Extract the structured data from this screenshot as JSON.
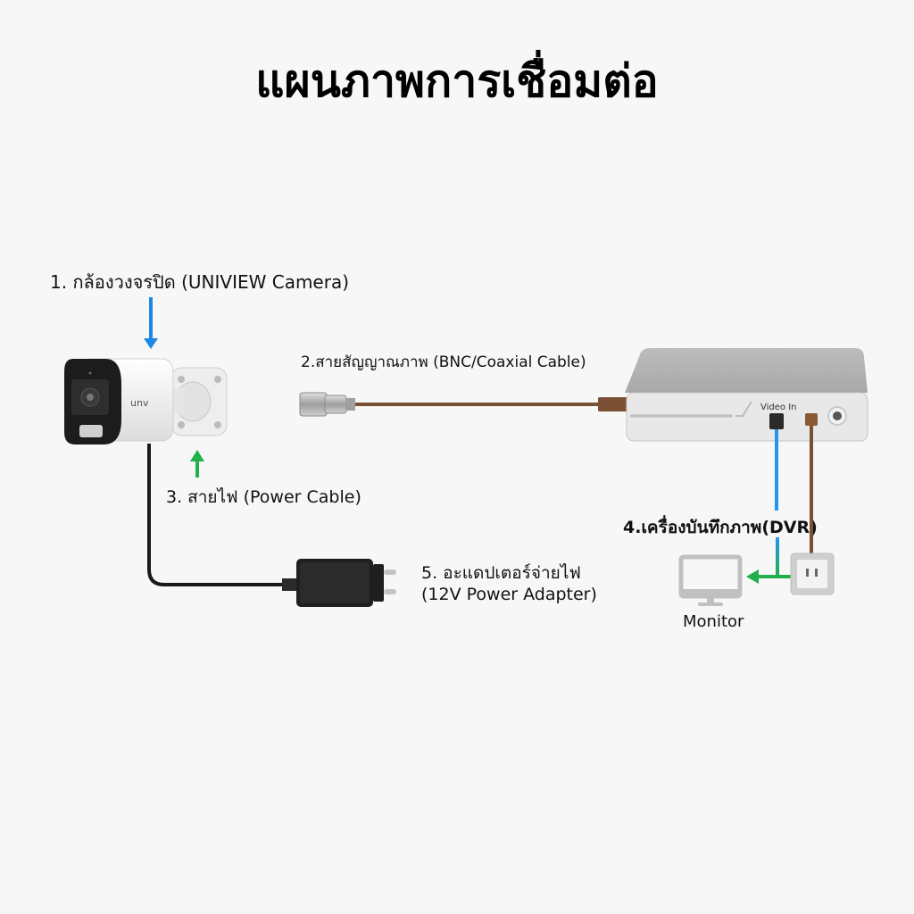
{
  "title": "แผนภาพการเชื่อมต่อ",
  "labels": {
    "camera": "1. กล้องวงจรปิด (UNIVIEW Camera)",
    "bnc_cable": "2.สายสัญญาณภาพ (BNC/Coaxial Cable)",
    "power_cable": "3. สายไฟ (Power Cable)",
    "dvr": "4.เครื่องบันทึกภาพ(DVR)",
    "adapter_line1": "5. อะแดปเตอร์จ่ายไฟ",
    "adapter_line2": "(12V Power Adapter)",
    "monitor": "Monitor"
  },
  "device_text": {
    "camera_brand": "unv",
    "dvr_port": "Video In"
  },
  "colors": {
    "pointer_blue": "#1e88e5",
    "pointer_green": "#22b04b",
    "bnc_brown": "#7a5035",
    "signal_blue": "#2196f3",
    "power_black": "#1a1a1a"
  }
}
